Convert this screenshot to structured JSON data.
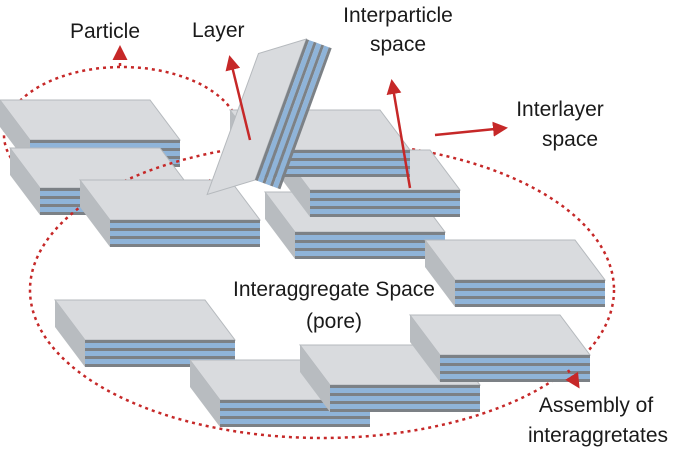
{
  "labels": {
    "particle": "Particle",
    "layer": "Layer",
    "interparticle_line1": "Interparticle",
    "interparticle_line2": "space",
    "interlayer_line1": "Interlayer",
    "interlayer_line2": "space",
    "interaggregate_line1": "Interaggregate Space",
    "interaggregate_line2": "(pore)",
    "assembly_line1": "Assembly of",
    "assembly_line2": "interaggretates"
  },
  "colors": {
    "annotation": "#c62828",
    "stack_face": "#cfd3d7",
    "stack_edge": "#9ea3a8",
    "clay_top": "#d7d9dc",
    "interlayer_band": "#8fb4d9"
  }
}
